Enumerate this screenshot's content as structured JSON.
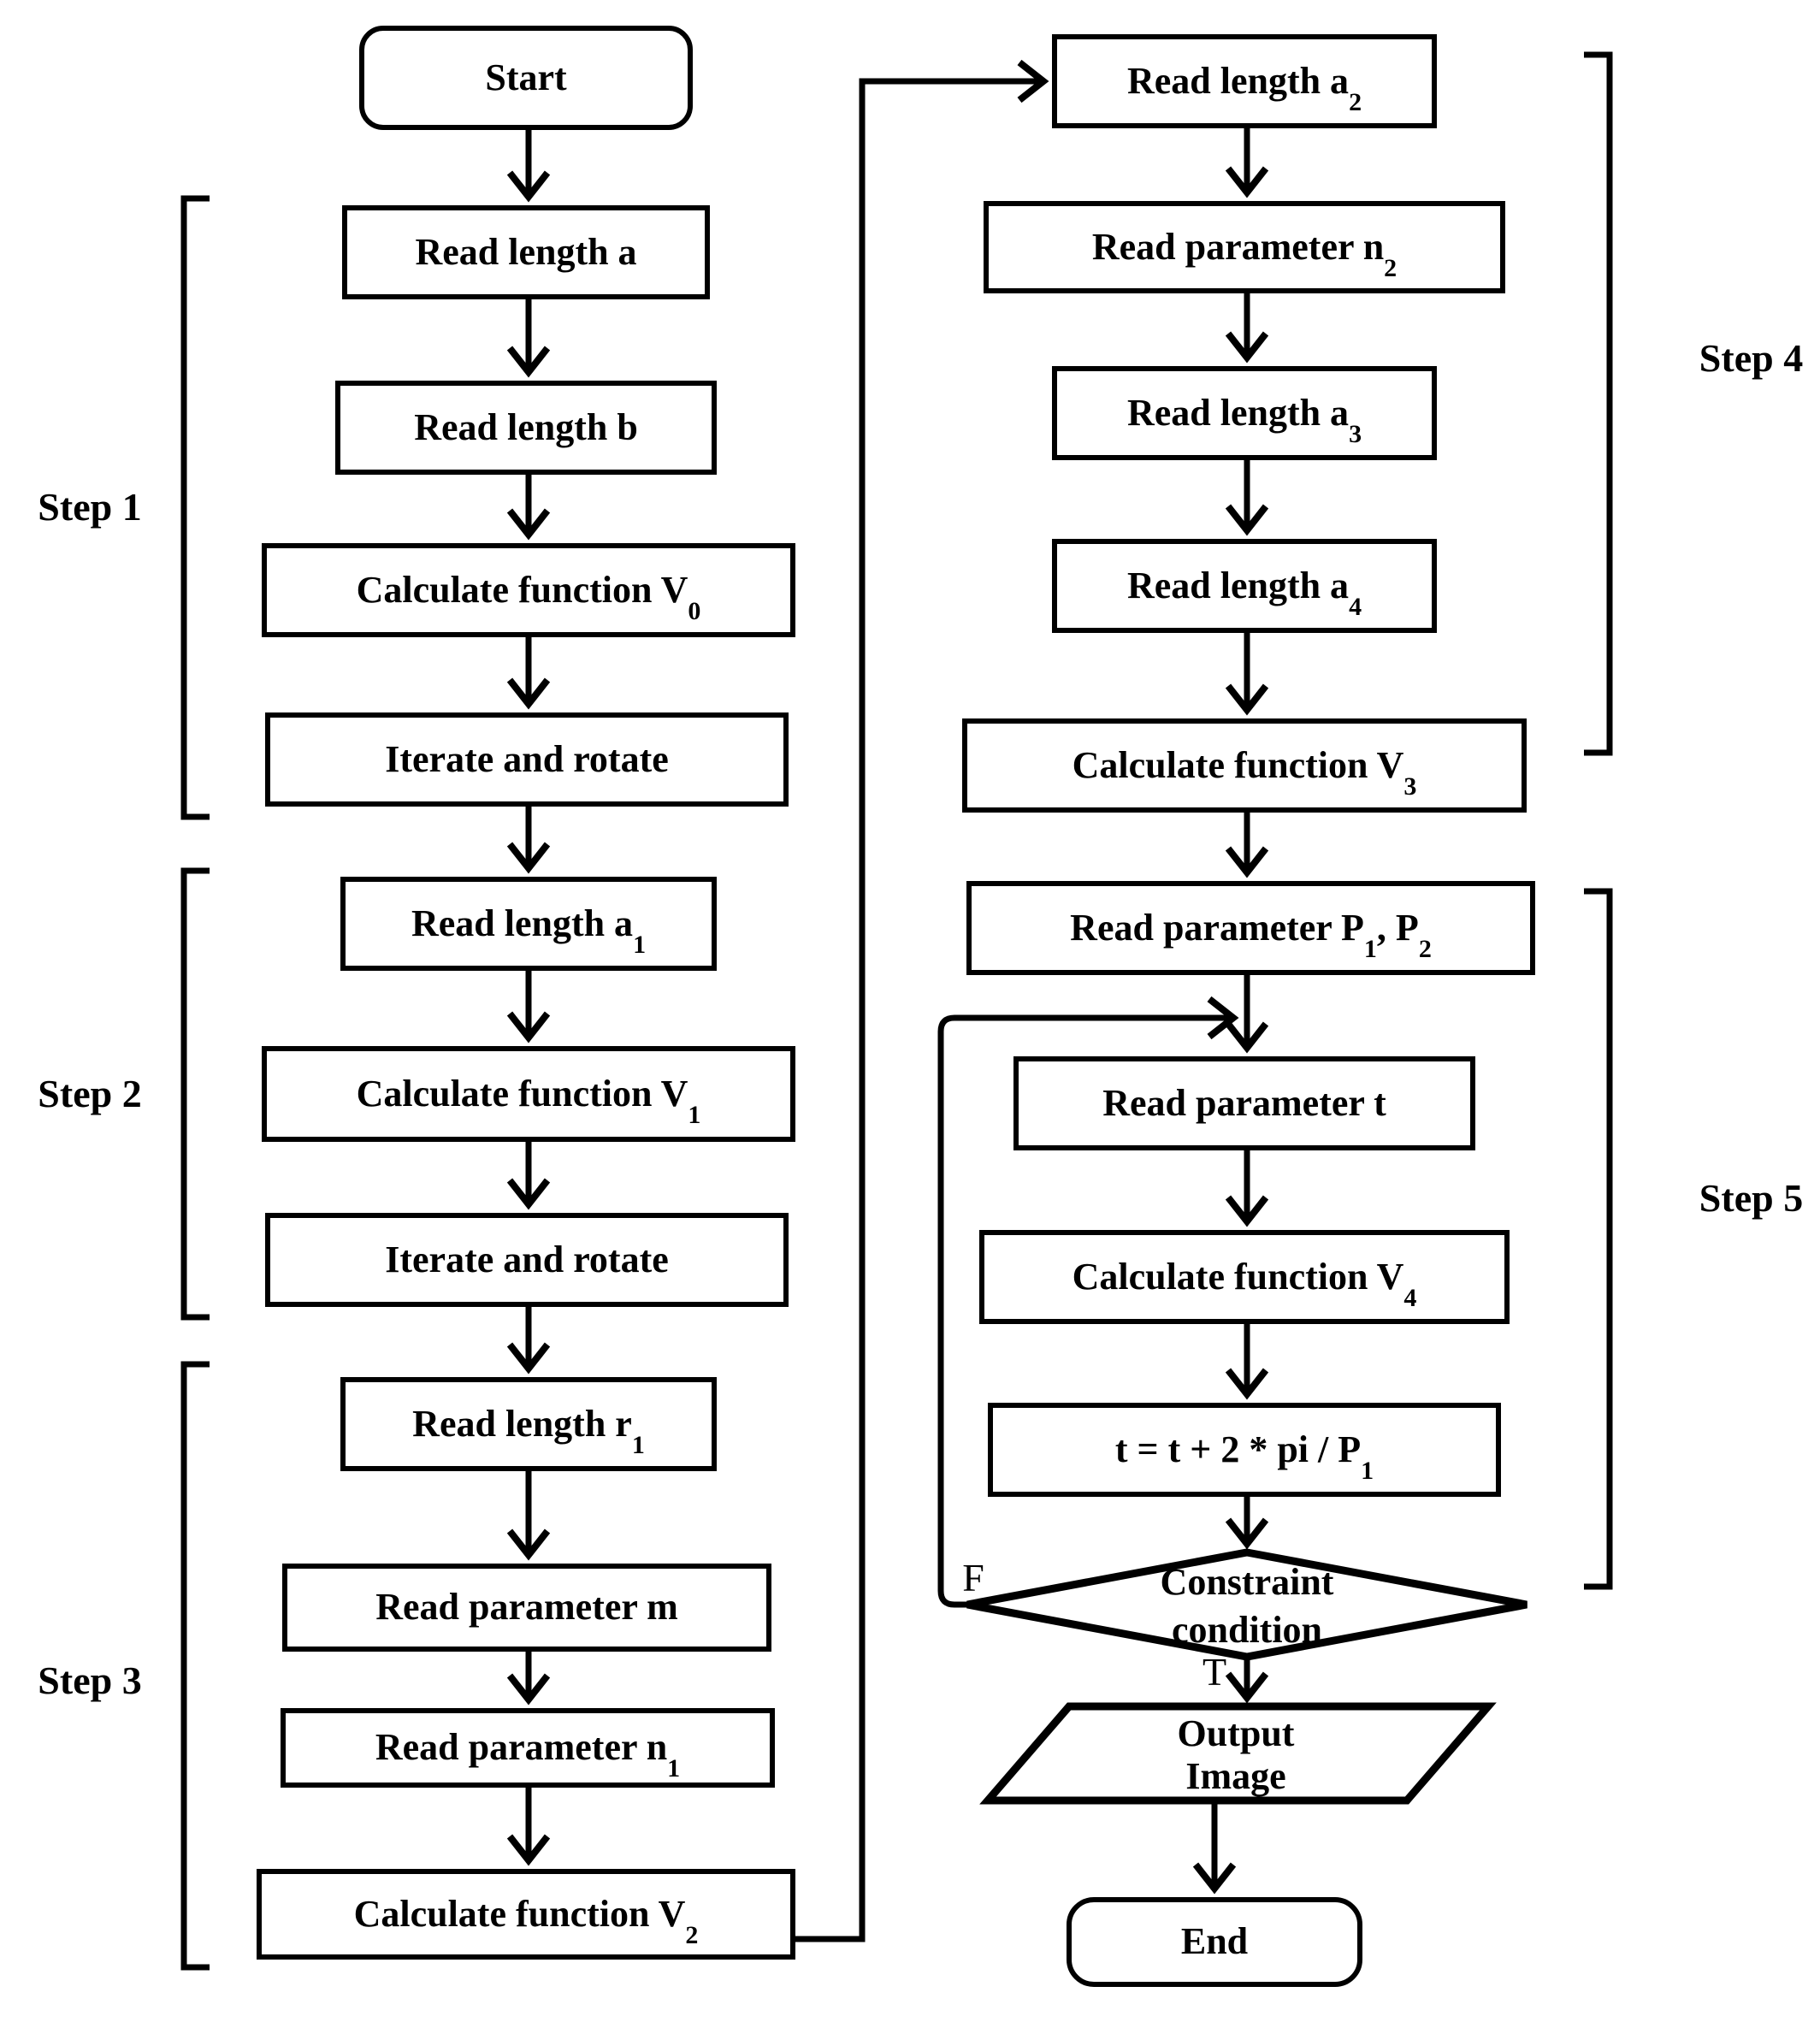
{
  "colors": {
    "ink": "#000000",
    "background": "#ffffff"
  },
  "nodes": {
    "start": {
      "label": [
        {
          "t": "Start"
        }
      ]
    },
    "read_a": {
      "label": [
        {
          "t": "Read length a"
        }
      ]
    },
    "read_b": {
      "label": [
        {
          "t": "Read length b"
        }
      ]
    },
    "calc_v0": {
      "label": [
        {
          "t": "Calculate function V"
        },
        {
          "s": "0"
        }
      ]
    },
    "iterate1": {
      "label": [
        {
          "t": "Iterate and rotate"
        }
      ]
    },
    "read_a1": {
      "label": [
        {
          "t": "Read length a"
        },
        {
          "s": "1"
        }
      ]
    },
    "calc_v1": {
      "label": [
        {
          "t": "Calculate function V"
        },
        {
          "s": "1"
        }
      ]
    },
    "iterate2": {
      "label": [
        {
          "t": "Iterate and rotate"
        }
      ]
    },
    "read_r1": {
      "label": [
        {
          "t": "Read length r"
        },
        {
          "s": "1"
        }
      ]
    },
    "read_m": {
      "label": [
        {
          "t": "Read parameter m"
        }
      ]
    },
    "read_n1": {
      "label": [
        {
          "t": "Read parameter n"
        },
        {
          "s": "1"
        }
      ]
    },
    "calc_v2": {
      "label": [
        {
          "t": "Calculate function V"
        },
        {
          "s": "2"
        }
      ]
    },
    "read_a2": {
      "label": [
        {
          "t": "Read length a"
        },
        {
          "s": "2"
        }
      ]
    },
    "read_n2": {
      "label": [
        {
          "t": "Read parameter n"
        },
        {
          "s": "2"
        }
      ]
    },
    "read_a3": {
      "label": [
        {
          "t": "Read length a"
        },
        {
          "s": "3"
        }
      ]
    },
    "read_a4": {
      "label": [
        {
          "t": "Read length a"
        },
        {
          "s": "4"
        }
      ]
    },
    "calc_v3": {
      "label": [
        {
          "t": "Calculate function V"
        },
        {
          "s": "3"
        }
      ]
    },
    "read_p1p2": {
      "label": [
        {
          "t": "Read parameter P"
        },
        {
          "s": "1"
        },
        {
          "t": ", P"
        },
        {
          "s": "2"
        }
      ]
    },
    "read_t": {
      "label": [
        {
          "t": "Read parameter t"
        }
      ]
    },
    "calc_v4": {
      "label": [
        {
          "t": "Calculate function V"
        },
        {
          "s": "4"
        }
      ]
    },
    "t_update": {
      "label": [
        {
          "t": "t = t + 2 * pi / P"
        },
        {
          "s": "1"
        }
      ]
    },
    "constraint": {
      "lines": [
        "Constraint",
        "condition"
      ]
    },
    "output": {
      "lines": [
        "Output",
        "Image"
      ]
    },
    "end": {
      "label": [
        {
          "t": "End"
        }
      ]
    }
  },
  "step_labels": [
    "Step 1",
    "Step 2",
    "Step 3",
    "Step 4",
    "Step 5"
  ],
  "branch_labels": {
    "false_branch": "F",
    "true_branch": "T"
  }
}
